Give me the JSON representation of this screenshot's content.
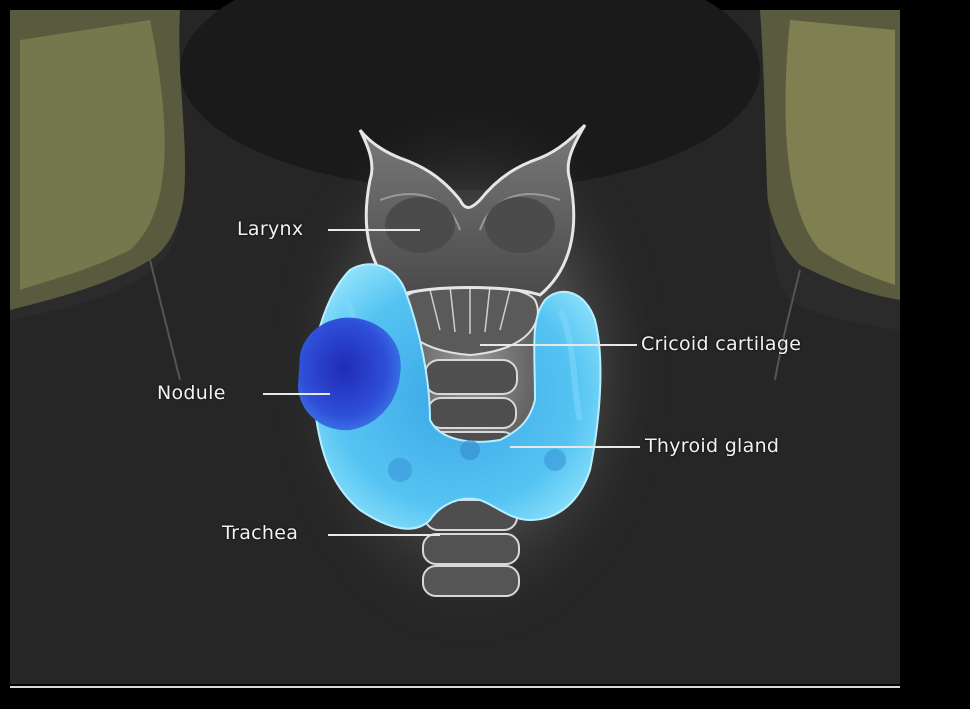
{
  "diagram": {
    "labels": {
      "larynx": "Larynx",
      "cricoid": "Cricoid cartilage",
      "nodule": "Nodule",
      "thyroid": "Thyroid gland",
      "trachea": "Trachea"
    },
    "colors": {
      "background": "#000000",
      "gland": "#4fc3f0",
      "nodule": "#2a3fd0",
      "cartilage": "#6e6e6e",
      "skin_highlight": "#8c8f55"
    }
  }
}
